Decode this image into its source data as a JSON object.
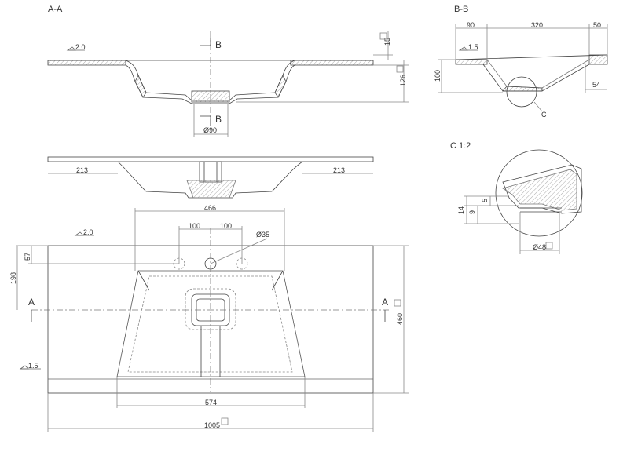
{
  "sections": {
    "aa_title": "A-A",
    "bb_title": "B-B",
    "c_title": "C 1:2",
    "marker_a": "A",
    "marker_b": "B",
    "callout_c": "C"
  },
  "dims": {
    "aa_slope": "2.0",
    "aa_15": "15",
    "aa_126": "126",
    "aa_d90": "Ø90",
    "bb_90": "90",
    "bb_320": "320",
    "bb_50": "50",
    "bb_slope": "1.5",
    "bb_100": "100",
    "bb_54": "54",
    "front_213_left": "213",
    "front_213_right": "213",
    "c_14": "14",
    "c_9": "9",
    "c_5": "5",
    "c_d48": "Ø48",
    "top_466": "466",
    "top_100_left": "100",
    "top_100_right": "100",
    "top_d35": "Ø35",
    "top_slope": "2.0",
    "top_57": "57",
    "top_198": "198",
    "top_460": "460",
    "top_slope_low": "1.5",
    "top_574": "574",
    "top_1005": "1005"
  },
  "colors": {
    "line": "#444444",
    "thin": "#7a7a7a",
    "hatch": "#999999"
  }
}
